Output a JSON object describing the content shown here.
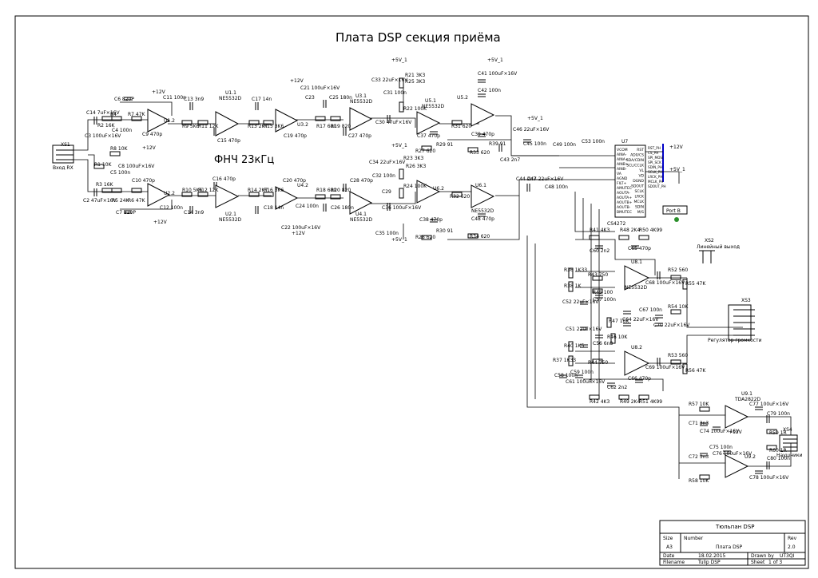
{
  "title": "Плата DSP секция приёма",
  "filter_note": "ФНЧ 23кГц",
  "ports": {
    "input": "Вход RX",
    "input_ref": "XS1",
    "port_b": "Port B",
    "volume": "Регулятор громкости",
    "volume_ref": "XS3",
    "line_out": "Линейный выход",
    "line_out_ref": "XS2",
    "phones": "Наушники",
    "phones_ref": "XS4"
  },
  "rails": {
    "p12": "+12V",
    "p5": "+5V_1",
    "p5b": "+5V_1"
  },
  "opamps": {
    "u1_1": {
      "ref": "U1.1",
      "part": "NE5532D"
    },
    "u1_2": {
      "ref": "U1.2"
    },
    "u2_1": {
      "ref": "U2.1",
      "part": "NE5532D"
    },
    "u2_2": {
      "ref": "U2.2"
    },
    "u3_1": {
      "ref": "U3.1",
      "part": "NE5532D"
    },
    "u3_2": {
      "ref": "U3.2"
    },
    "u4_1": {
      "ref": "U4.1",
      "part": "NE5532D"
    },
    "u4_2": {
      "ref": "U4.2"
    },
    "u5_1": {
      "ref": "U5.1",
      "part": "NE5532D"
    },
    "u5_2": {
      "ref": "U5.2"
    },
    "u6_1": {
      "ref": "U6.1",
      "part": "NE5532D"
    },
    "u6_2": {
      "ref": "U6.2"
    },
    "u8_1": {
      "ref": "U8.1",
      "part": "NE5532D"
    },
    "u8_2": {
      "ref": "U8.2"
    },
    "u9_1": {
      "ref": "U9.1",
      "part": "TDA2822D"
    },
    "u9_2": {
      "ref": "U9.2"
    }
  },
  "codec": {
    "ref": "U7",
    "part": "CS4272",
    "left_pins": [
      "VCOM",
      "AINA-",
      "AINA+",
      "AINB+",
      "AINB-",
      "VA",
      "AGND",
      "FILT+",
      "AMUTEC",
      "AOUTA-",
      "AOUTA+",
      "AOUTB+",
      "AOUTB-",
      "BMUTEC"
    ],
    "right_pins": [
      "RST",
      "AD0/CS",
      "SDA/CDIN",
      "SCL/CCLK",
      "VL",
      "VD",
      "DGND",
      "SDOUT",
      "SCLK",
      "LRCK",
      "MCLK",
      "SDIN",
      "M/S"
    ],
    "bus_labels": [
      "RST_PH",
      "CS_PH",
      "SPI_MOSI",
      "SPI_SCK",
      "SDIN_PH",
      "SCLK_PH",
      "LRCK_PH",
      "MCLK_PH",
      "SDOUT_PH"
    ]
  },
  "components": {
    "c14": "C14 7uF×16V",
    "r4": "R4",
    "r2": "R2 16K",
    "c4": "C4 100n",
    "r7": "R7 47K",
    "c6": "C6 820P",
    "c9": "C9 470p",
    "c11": "C11 100n",
    "c13": "C13 3n9",
    "r9": "R9 5K6",
    "r11": "R11 12K",
    "c15": "C15 470p",
    "c17": "C17 14n",
    "r13": "R13 2K7",
    "r15": "R15 3K6",
    "c19": "C19 470p",
    "c21": "C21 100uF×16V",
    "c23": "C23",
    "c25": "C25 180n",
    "r17": "R17 680",
    "r19": "R19 820",
    "c27": "C27 470p",
    "c30": "C30 47uF×16V",
    "c33": "C33 22uF×16V",
    "r21": "R21 3K3",
    "r25": "R25 3K3",
    "c31": "C31 100n",
    "r22": "R22 100K",
    "c37": "C37 470p",
    "r31": "R31 620",
    "c41": "C41 100uF×16V",
    "c42": "C42 100n",
    "c39": "C39 470p",
    "r33": "R33 620",
    "r39": "R39 91",
    "c43": "C43 2n7",
    "c45": "C45 100n",
    "c46": "C46 22uF×16V",
    "c49": "C49 100n",
    "c53": "C53 100n",
    "r27": "R27 620",
    "r29": "R29 91",
    "c34": "C34 22uF×16V",
    "r23": "R23 3K3",
    "r26": "R26 3K3",
    "c32": "C32 100n",
    "r24": "R24 100K",
    "c29": "C29",
    "c36": "C36 100uF×16V",
    "c35": "C35 100n",
    "r32": "R32 620",
    "c38": "C38 470p",
    "c48": "C48 470p",
    "r28": "R28 620",
    "r30": "R30 91",
    "r34": "R34 620",
    "c44": "C44 2n7",
    "c47": "C47 22uF×16V",
    "c48b": "C48 100n",
    "c2": "C2 47uF×16V",
    "r3": "R3 16K",
    "r5": "R5 24K",
    "r6": "R6 47K",
    "c7": "C7 820P",
    "c10": "C10 470p",
    "c12": "C12 100n",
    "c14b": "C14 3n9",
    "r10": "R10 5K6",
    "r12": "R12 12K",
    "c16": "C16 470p",
    "r14": "R14 2K7",
    "r16": "R16 3K6",
    "c18": "C18 14n",
    "c20": "C20 470p",
    "c22": "C22 100uF×16V",
    "c24": "C24 100n",
    "r18": "R18 680",
    "r20": "R20 820",
    "c26": "C26 180n",
    "c28": "C28 470p",
    "r1": "R1 10K",
    "r8": "R8 10K",
    "c5": "C5 100n",
    "c8": "C8 100uF×16V",
    "c3": "C3 100uF×16V",
    "r41": "R41 4K3",
    "c60": "C60 2n2",
    "r48": "R48 2K4",
    "r50": "R50 4K99",
    "c65": "C65 470p",
    "r52": "R52 560",
    "r55": "R55 47K",
    "c68": "C68 100uF×16V",
    "r36": "R36 1K33",
    "r38": "R38 1K",
    "r43": "R43 750",
    "r45": "R45 100",
    "c57": "C57 100n",
    "r47": "R47 10K",
    "c64": "C64 22uF×16V",
    "c67": "C67 100n",
    "r54": "R54 10K",
    "c70": "C70 22uF×16V",
    "c52": "C52 22uF×16V",
    "c51": "C51 22uF×16V",
    "c56": "C56 6n8",
    "r46": "R46 10K",
    "r40": "R40 1K5",
    "r37": "R37 1K33",
    "r44": "R44 750",
    "c58": "C58 100n",
    "c59": "C59 100n",
    "c61": "C61 100uF×16V",
    "c66": "C66 470p",
    "r42": "R42 4K3",
    "c62": "C62 2n2",
    "r49": "R49 2K4",
    "r51": "R51 4K99",
    "c69": "C69 100uF×16V",
    "r53": "R53 560",
    "r56": "R56 47K",
    "r57": "R57 10K",
    "c71": "C71 3n3",
    "c74": "C74 100uF×16V",
    "c77": "C77 100uF×16V",
    "c79": "C79 100n",
    "r59": "R59 1R",
    "r60": "R60 1R",
    "r58": "R58 10K",
    "c72": "C72 3n3",
    "c75": "C75 100n",
    "c76": "C76 100uF×16V",
    "c78": "C78 100uF×16V",
    "c80": "C80 100n"
  },
  "title_block": {
    "company": "Тюльпан DSP",
    "size_label": "Size",
    "size": "A3",
    "number_label": "Number",
    "number": "Плата DSP",
    "rev_label": "Rev",
    "rev": "2.0",
    "date_label": "Date",
    "date": "18.02.2015",
    "drawn_label": "Drawn by",
    "drawn": "UT3QI",
    "filename_label": "Filename",
    "filename": "Tulip DSP",
    "sheet_label": "Sheet",
    "sheet": "1 of 3"
  }
}
